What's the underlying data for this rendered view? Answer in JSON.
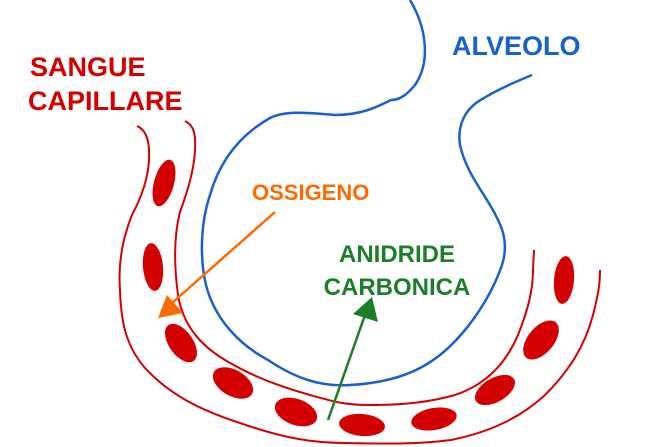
{
  "labels": {
    "blood_line1": "SANGUE",
    "blood_line2": "CAPILLARE",
    "alveolus": "ALVEOLO",
    "oxygen": "OSSIGENO",
    "co2_line1": "ANIDRIDE",
    "co2_line2": "CARBONICA"
  },
  "colors": {
    "blood": "#d40000",
    "alveolus": "#1a5fd0",
    "oxygen": "#ff6a00",
    "co2": "#1b7f2a"
  }
}
